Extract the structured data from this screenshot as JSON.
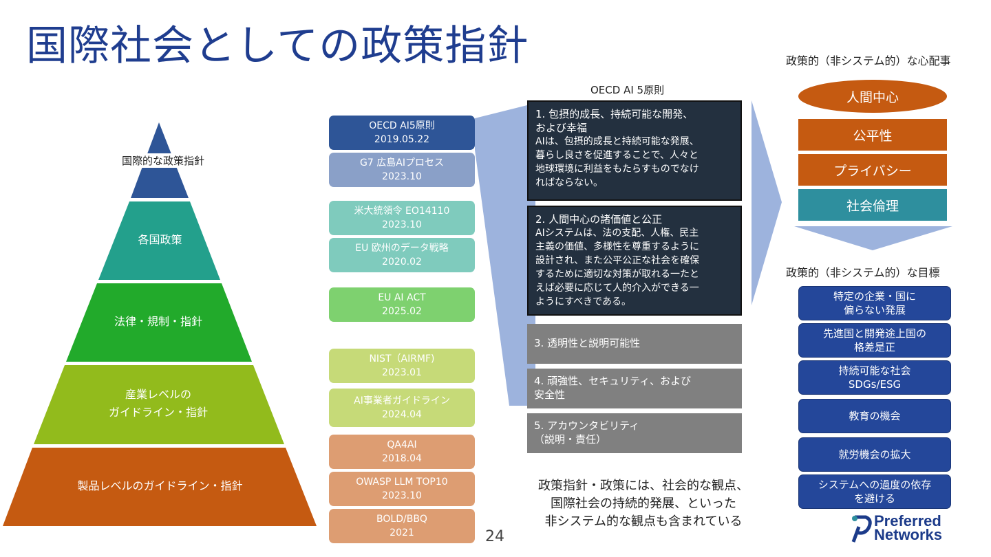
{
  "slide": {
    "title": "国際社会としての政策指針",
    "page_number": "24"
  },
  "pyramid": {
    "colors": {
      "tier1": "#2e5597",
      "tier2": "#23a08c",
      "tier3": "#22aa2b",
      "tier4": "#92bb1c",
      "tier5": "#c55a11"
    },
    "labels": {
      "tier1": "国際的な政策指針",
      "tier2": "各国政策",
      "tier3": "法律・規制・指針",
      "tier4_line1": "産業レベルの",
      "tier4_line2": "ガイドライン・指針",
      "tier5": "製品レベルのガイドライン・指針"
    }
  },
  "documents": [
    {
      "line1": "OECD AI5原則",
      "line2": "2019.05.22",
      "color": "#2e5597"
    },
    {
      "line1": "G7 広島AIプロセス",
      "line2": "2023.10",
      "color": "#8aa0c8"
    },
    {
      "line1": "米大統領令 EO14110",
      "line2": "2023.10",
      "color": "#7fcbbd"
    },
    {
      "line1": "EU 欧州のデータ戦略",
      "line2": "2020.02",
      "color": "#7fcbbd"
    },
    {
      "line1": "EU AI ACT",
      "line2": "2025.02",
      "color": "#7ed16f"
    },
    {
      "line1": "NIST（AIRMF)",
      "line2": "2023.01",
      "color": "#c6da78"
    },
    {
      "line1": "AI事業者ガイドライン",
      "line2": "2024.04",
      "color": "#c6da78"
    },
    {
      "line1": "QA4AI",
      "line2": "2018.04",
      "color": "#dd9d72"
    },
    {
      "line1": "OWASP LLM TOP10",
      "line2": "2023.10",
      "color": "#dd9d72"
    },
    {
      "line1": "BOLD/BBQ",
      "line2": "2021",
      "color": "#dd9d72"
    }
  ],
  "oecd": {
    "title": "OECD AI 5原則",
    "principles": [
      {
        "head": "1. 包摂的成長、持続可能な開発、",
        "head2": "および幸福",
        "body": [
          "AIは、包摂的成長と持続可能な発展、",
          "暮らし良さを促進することで、人々と",
          "地球環境に利益をもたらすものでなけ",
          "ればならない。"
        ]
      },
      {
        "head": "2. 人間中心の諸価値と公正",
        "head2": "",
        "body": [
          "AIシステムは、法の支配、人権、民主",
          "主義の価値、多様性を尊重するように",
          "設計され、また公平公正な社会を確保",
          "するために適切な対策が取れる一たと",
          "えば必要に応じて人的介入ができる一",
          "ようにすべきである。"
        ]
      },
      {
        "head": "3. 透明性と説明可能性",
        "head2": "",
        "body": []
      },
      {
        "head": "4. 頑強性、セキュリティ、および",
        "head2": "安全性",
        "body": []
      },
      {
        "head": "5. アカウンタビリティ",
        "head2": "（説明・責任）",
        "body": []
      }
    ]
  },
  "summary": {
    "line1": "政策指針・政策には、社会的な観点、",
    "line2": "国際社会の持続的発展、といった",
    "line3": "非システム的な観点も含まれている"
  },
  "concerns": {
    "heading": "政策的（非システム的）な心配事",
    "items": [
      {
        "label": "人間中心",
        "color": "#c55a11"
      },
      {
        "label": "公平性",
        "color": "#c55a11"
      },
      {
        "label": "プライバシー",
        "color": "#c55a11"
      },
      {
        "label": "社会倫理",
        "color": "#2e8f9e"
      }
    ]
  },
  "goals": {
    "heading": "政策的（非システム的）な目標",
    "items": [
      {
        "line1": "特定の企業・国に",
        "line2": "偏らない発展"
      },
      {
        "line1": "先進国と開発途上国の",
        "line2": "格差是正"
      },
      {
        "line1": "持続可能な社会",
        "line2": "SDGs/ESG"
      },
      {
        "line1": "教育の機会",
        "line2": ""
      },
      {
        "line1": "就労機会の拡大",
        "line2": ""
      },
      {
        "line1": "システムへの過度の依存",
        "line2": "を避ける"
      }
    ]
  },
  "logo": {
    "line1": "Preferred",
    "line2": "Networks",
    "icon": "pfn-logo-icon"
  }
}
